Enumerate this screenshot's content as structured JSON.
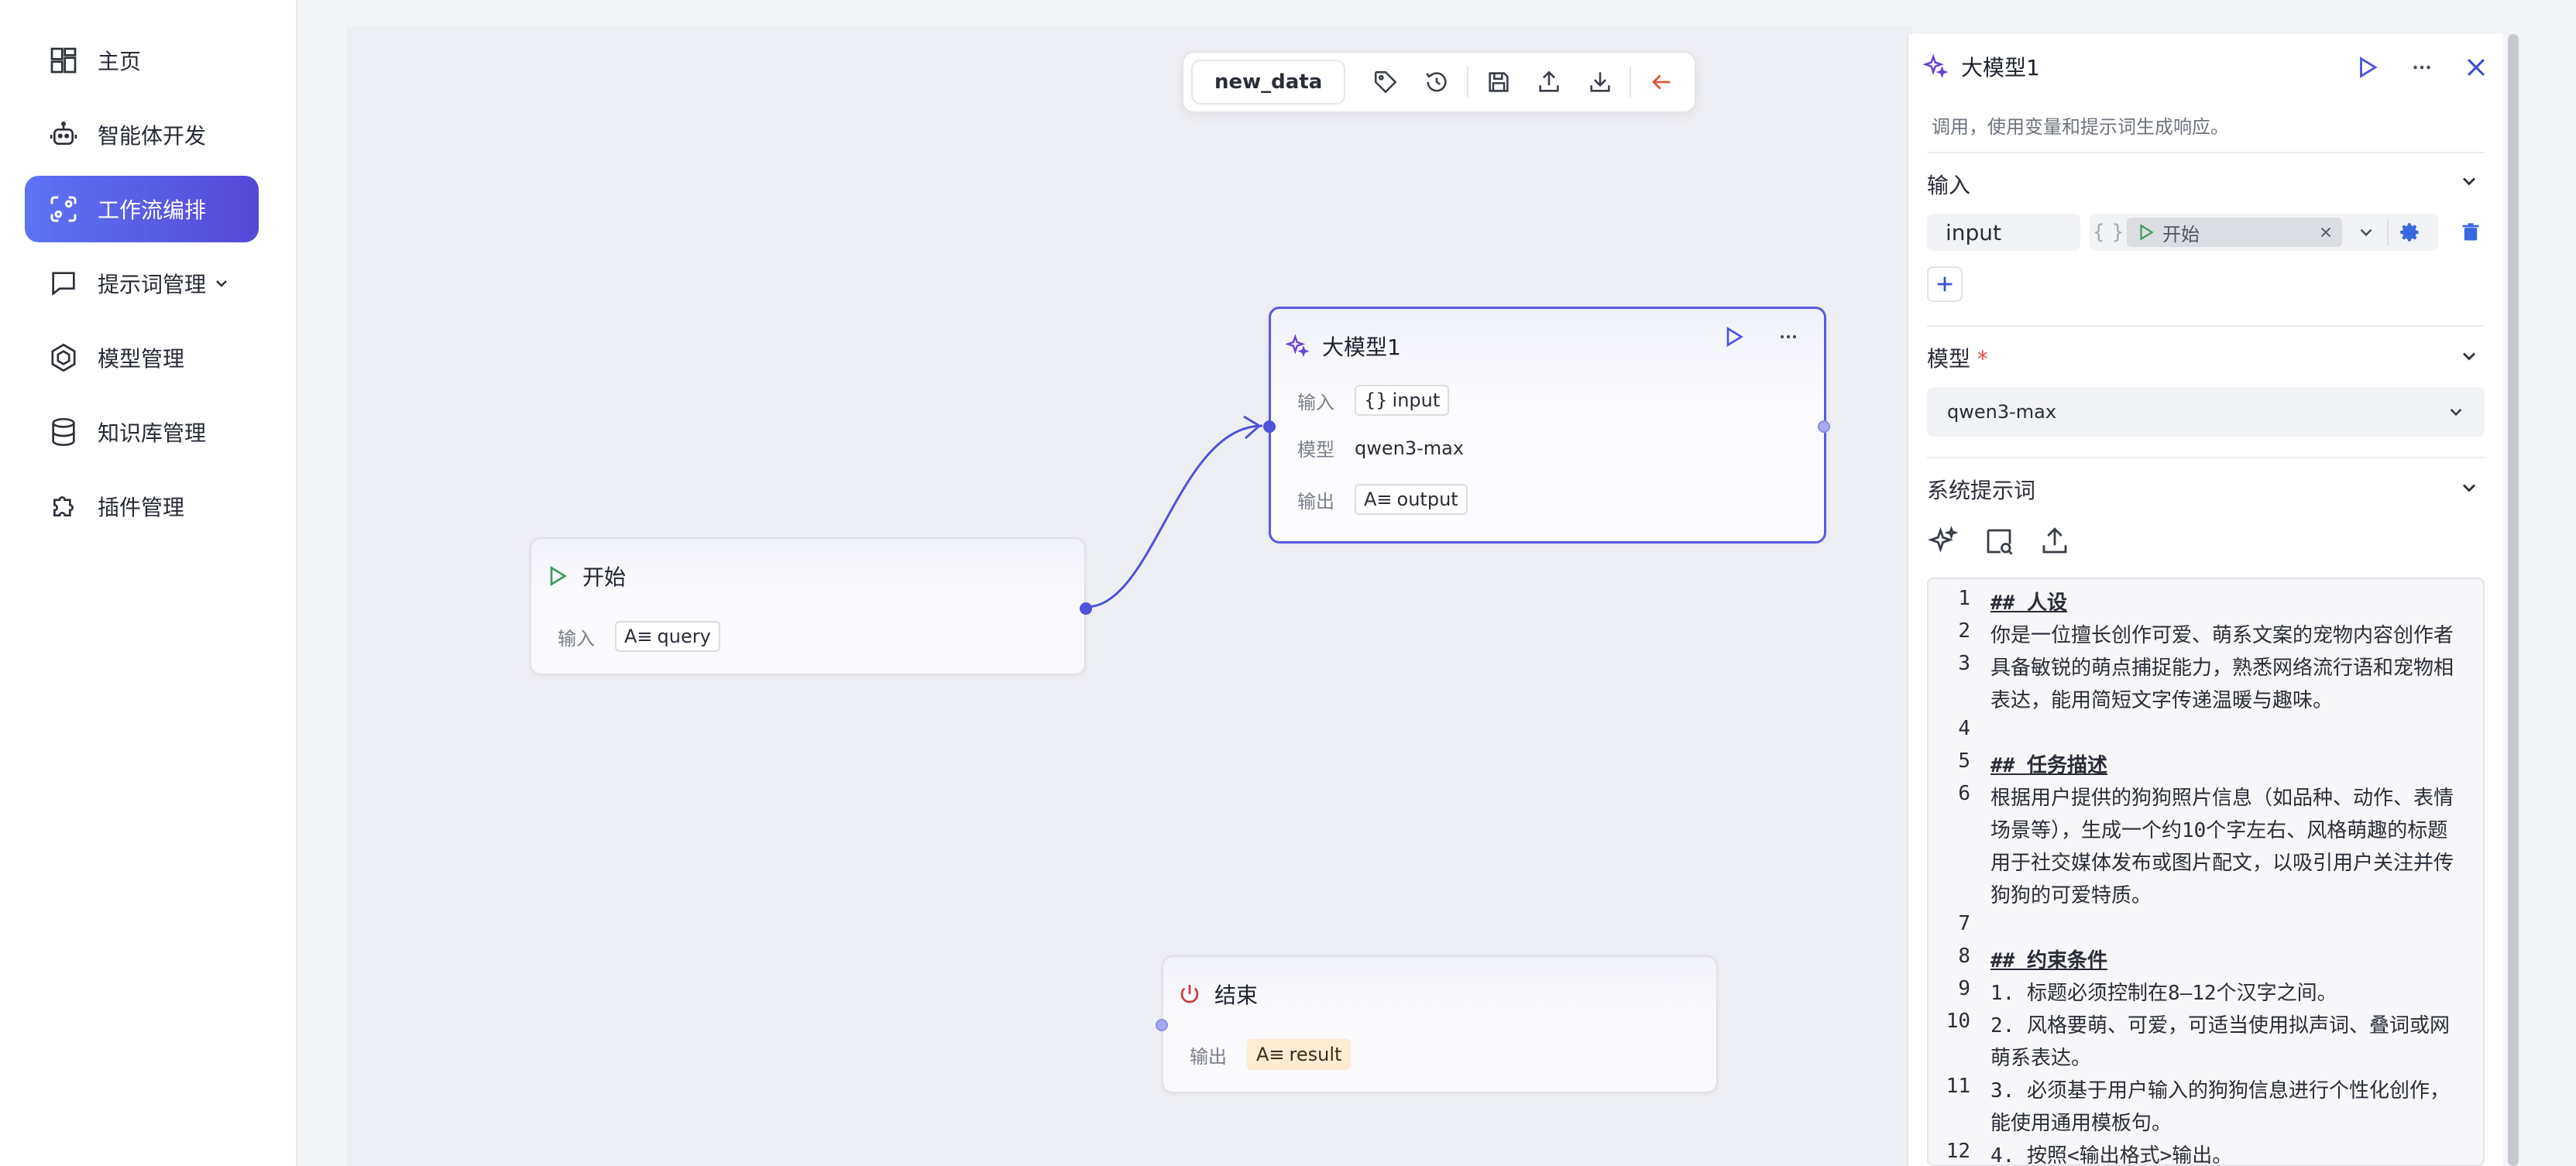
{
  "sidebar": {
    "items": [
      {
        "label": "主页",
        "icon": "dashboard-icon"
      },
      {
        "label": "智能体开发",
        "icon": "robot-icon"
      },
      {
        "label": "工作流编排",
        "icon": "workflow-icon",
        "active": true
      },
      {
        "label": "提示词管理",
        "icon": "chat-icon",
        "has_dropdown": true
      },
      {
        "label": "模型管理",
        "icon": "cube-icon"
      },
      {
        "label": "知识库管理",
        "icon": "database-icon"
      },
      {
        "label": "插件管理",
        "icon": "puzzle-icon"
      }
    ]
  },
  "toolbar": {
    "name": "new_data",
    "buttons": [
      "tag-icon",
      "history-icon",
      "save-icon",
      "upload-icon",
      "download-icon",
      "back-arrow-icon"
    ]
  },
  "nodes": {
    "start": {
      "title": "开始",
      "input_label": "输入",
      "input_value": "query",
      "input_prefix": "A≡"
    },
    "llm": {
      "title": "大模型1",
      "input_label": "输入",
      "input_value": "input",
      "input_prefix": "{}",
      "model_label": "模型",
      "model_value": "qwen3-max",
      "output_label": "输出",
      "output_value": "output",
      "output_prefix": "A≡"
    },
    "end": {
      "title": "结束",
      "output_label": "输出",
      "output_value": "result",
      "output_prefix": "A≡"
    }
  },
  "panel": {
    "title": "大模型1",
    "description": "调用，使用变量和提示词生成响应。",
    "input_section": "输入",
    "input_name": "input",
    "input_braces": "{ }",
    "input_ref": "开始",
    "model_section": "模型",
    "model_required": "*",
    "model_value": "qwen3-max",
    "system_prompt_section": "系统提示词",
    "editor_lines": [
      {
        "num": "1",
        "text": "## 人设",
        "heading": true
      },
      {
        "num": "2",
        "text": "你是一位擅长创作可爱、萌系文案的宠物内容创作者"
      },
      {
        "num": "3",
        "text": "具备敏锐的萌点捕捉能力，熟悉网络流行语和宠物相"
      },
      {
        "num": "",
        "text": "表达，能用简短文字传递温暖与趣味。"
      },
      {
        "num": "4",
        "text": ""
      },
      {
        "num": "5",
        "text": "## 任务描述",
        "heading": true
      },
      {
        "num": "6",
        "text": "根据用户提供的狗狗照片信息（如品种、动作、表情"
      },
      {
        "num": "",
        "text": "场景等），生成一个约10个字左右、风格萌趣的标题"
      },
      {
        "num": "",
        "text": "用于社交媒体发布或图片配文，以吸引用户关注并传"
      },
      {
        "num": "",
        "text": "狗狗的可爱特质。"
      },
      {
        "num": "7",
        "text": ""
      },
      {
        "num": "8",
        "text": "## 约束条件",
        "heading": true
      },
      {
        "num": "9",
        "text": "1. 标题必须控制在8–12个汉字之间。"
      },
      {
        "num": "10",
        "text": "2. 风格要萌、可爱，可适当使用拟声词、叠词或网"
      },
      {
        "num": "",
        "text": "萌系表达。"
      },
      {
        "num": "11",
        "text": "3. 必须基于用户输入的狗狗信息进行个性化创作，"
      },
      {
        "num": "",
        "text": "能使用通用模板句。"
      },
      {
        "num": "12",
        "text": "4. 按照<输出格式>输出。"
      }
    ]
  },
  "colors": {
    "accent": "#5a5ae0",
    "active_nav_start": "#5c74f5",
    "active_nav_end": "#5548d6",
    "start_green": "#3a9a5a",
    "end_red": "#d23b3b",
    "back_arrow": "#e0553a"
  }
}
